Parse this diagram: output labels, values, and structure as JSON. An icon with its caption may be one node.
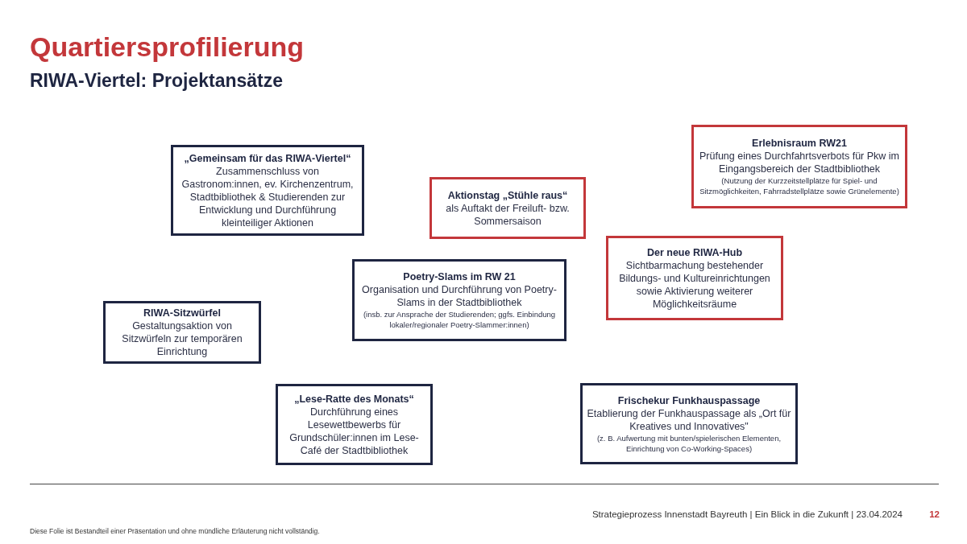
{
  "diagram": {
    "title": "Quartiersprofilierung",
    "nodes": [
      {
        "text": [
          "„Gemeinsam für das RIWA-Viertel“",
          "Zusammenschluss von Gastronom:innen, ev. Kirchenzentrum, Stadtbibliothek & Studierenden zur Entwicklung und Durchführung kleinteiliger Aktionen"
        ]
      },
      {
        "text": [
          "Aktionstag „Stühle raus“",
          "als Auftakt der Freiluft- bzw. Sommersaison"
        ]
      },
      {
        "text": [
          "Erlebnisraum RW21",
          "Prüfung eines Durchfahrtsverbots für Pkw im Eingangsbereich der Stadtbibliothek",
          "(Nutzung der Kurzzeitstellplätze für Spiel- und Sitzmöglichkeiten, Fahrradstellplätze sowie Grünelemente)"
        ]
      },
      {
        "text": [
          "Der neue RIWA-Hub",
          "Sichtbarmachung bestehender Bildungs- und Kultureinrichtungen sowie Aktivierung weiterer Möglichkeitsräume"
        ]
      },
      {
        "text": [
          "Poetry-Slams im RW 21",
          "Organisation und Durchführung von Poetry-Slams in der Stadtbibliothek",
          "(insb. zur Ansprache der Studierenden; ggfs. Einbindung lokaler/regionaler Poetry-Slammer:innen)"
        ]
      },
      {
        "text": [
          "RIWA-Sitzwürfel",
          "Gestaltungsaktion von Sitzwürfeln zur temporären Einrichtung"
        ]
      },
      {
        "text": [
          "„Lese-Ratte des Monats“",
          "Durchführung eines Lesewettbewerbs für Grundschüler:innen im Lese-Café der Stadtbibliothek"
        ]
      },
      {
        "text": [
          "Frischekur Funkhauspassage",
          "Etablierung der Funkhauspassage als „Ort für Kreatives und Innovatives\"",
          "(z. B. Aufwertung mit bunten/spielerischen Elementen, Einrichtung von Co-Working-Spaces)"
        ]
      }
    ],
    "labels": [
      "RIWA-Viertel: Projektansätze",
      "Strategieprozess Innenstadt Bayreuth | Ein Blick in die Zukunft | 23.04.2024",
      "12",
      "Diese Folie ist Bestandteil einer Präsentation und ohne mündliche Erläuterung nicht vollständig."
    ]
  }
}
